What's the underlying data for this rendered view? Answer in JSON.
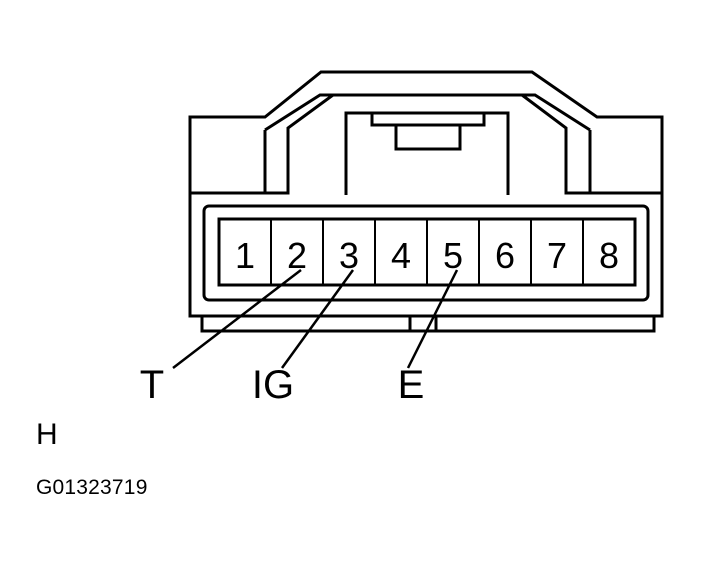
{
  "connector": {
    "pins": [
      "1",
      "2",
      "3",
      "4",
      "5",
      "6",
      "7",
      "8"
    ],
    "terminals": [
      {
        "label": "T",
        "pin": 2
      },
      {
        "label": "IG",
        "pin": 3
      },
      {
        "label": "E",
        "pin": 5
      }
    ]
  },
  "view_letter": "H",
  "figure_code": "G01323719",
  "colors": {
    "line": "#000000",
    "background": "#ffffff"
  }
}
